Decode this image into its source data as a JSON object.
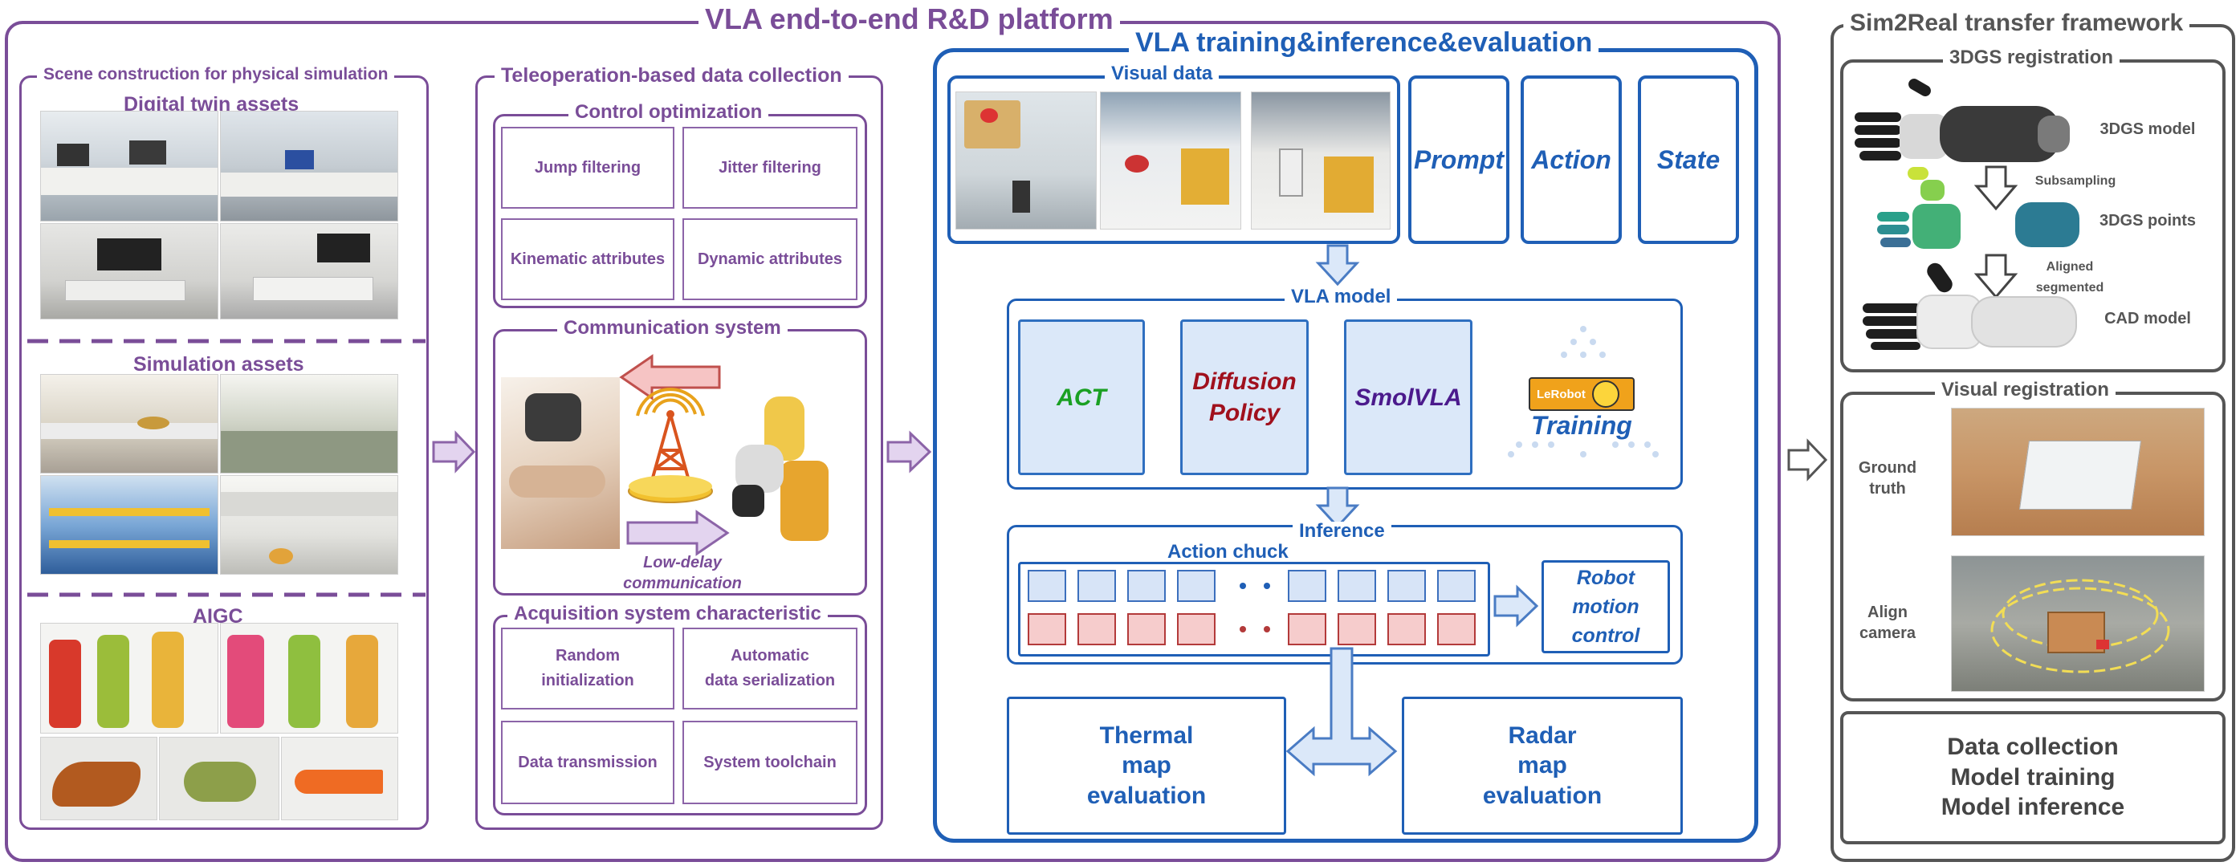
{
  "platform": {
    "title": "VLA end-to-end R&D platform",
    "scene": {
      "title": "Scene construction for physical simulation",
      "digital_twin": "Digital twin assets",
      "simulation": "Simulation assets",
      "aigc": "AIGC"
    },
    "teleop": {
      "title": "Teleoperation-based data collection",
      "control": {
        "title": "Control optimization",
        "items": [
          "Jump filtering",
          "Jitter filtering",
          "Kinematic attributes",
          "Dynamic attributes"
        ]
      },
      "comm": {
        "title": "Communication system",
        "low_delay_1": "Low-delay",
        "low_delay_2": "communication"
      },
      "acq": {
        "title": "Acquisition system characteristic",
        "items": [
          [
            "Random",
            "initialization"
          ],
          [
            "Automatic",
            "data serialization"
          ],
          [
            "Data transmission"
          ],
          [
            "System toolchain"
          ]
        ]
      }
    },
    "vla": {
      "title": "VLA training&inference&evaluation",
      "visual_data": "Visual data",
      "prompt": "Prompt",
      "action": "Action",
      "state": "State",
      "model": {
        "title": "VLA model",
        "act": "ACT",
        "diffusion_1": "Diffusion",
        "diffusion_2": "Policy",
        "smolvla": "SmolVLA",
        "lerobot": "LeRobot",
        "training": "Training"
      },
      "inference": {
        "title": "Inference",
        "chunk": "Action chuck",
        "robot_1": "Robot",
        "robot_2": "motion",
        "robot_3": "control"
      },
      "thermal": [
        "Thermal",
        "map",
        "evaluation"
      ],
      "radar": [
        "Radar",
        "map",
        "evaluation"
      ]
    }
  },
  "sim2real": {
    "title": "Sim2Real transfer framework",
    "gs": {
      "title": "3DGS registration",
      "model": "3DGS model",
      "subsampling": "Subsampling",
      "points": "3DGS points",
      "aligned_1": "Aligned",
      "aligned_2": "segmented",
      "cad": "CAD model"
    },
    "visual": {
      "title": "Visual registration",
      "ground_1": "Ground",
      "ground_2": "truth",
      "align_1": "Align",
      "align_2": "camera"
    },
    "summary": [
      "Data collection",
      "Model training",
      "Model inference"
    ]
  },
  "colors": {
    "purple": "#7a4d98",
    "blue": "#1f5fb6",
    "gray": "#555555",
    "arrow_fill": "#e3d4ef"
  }
}
